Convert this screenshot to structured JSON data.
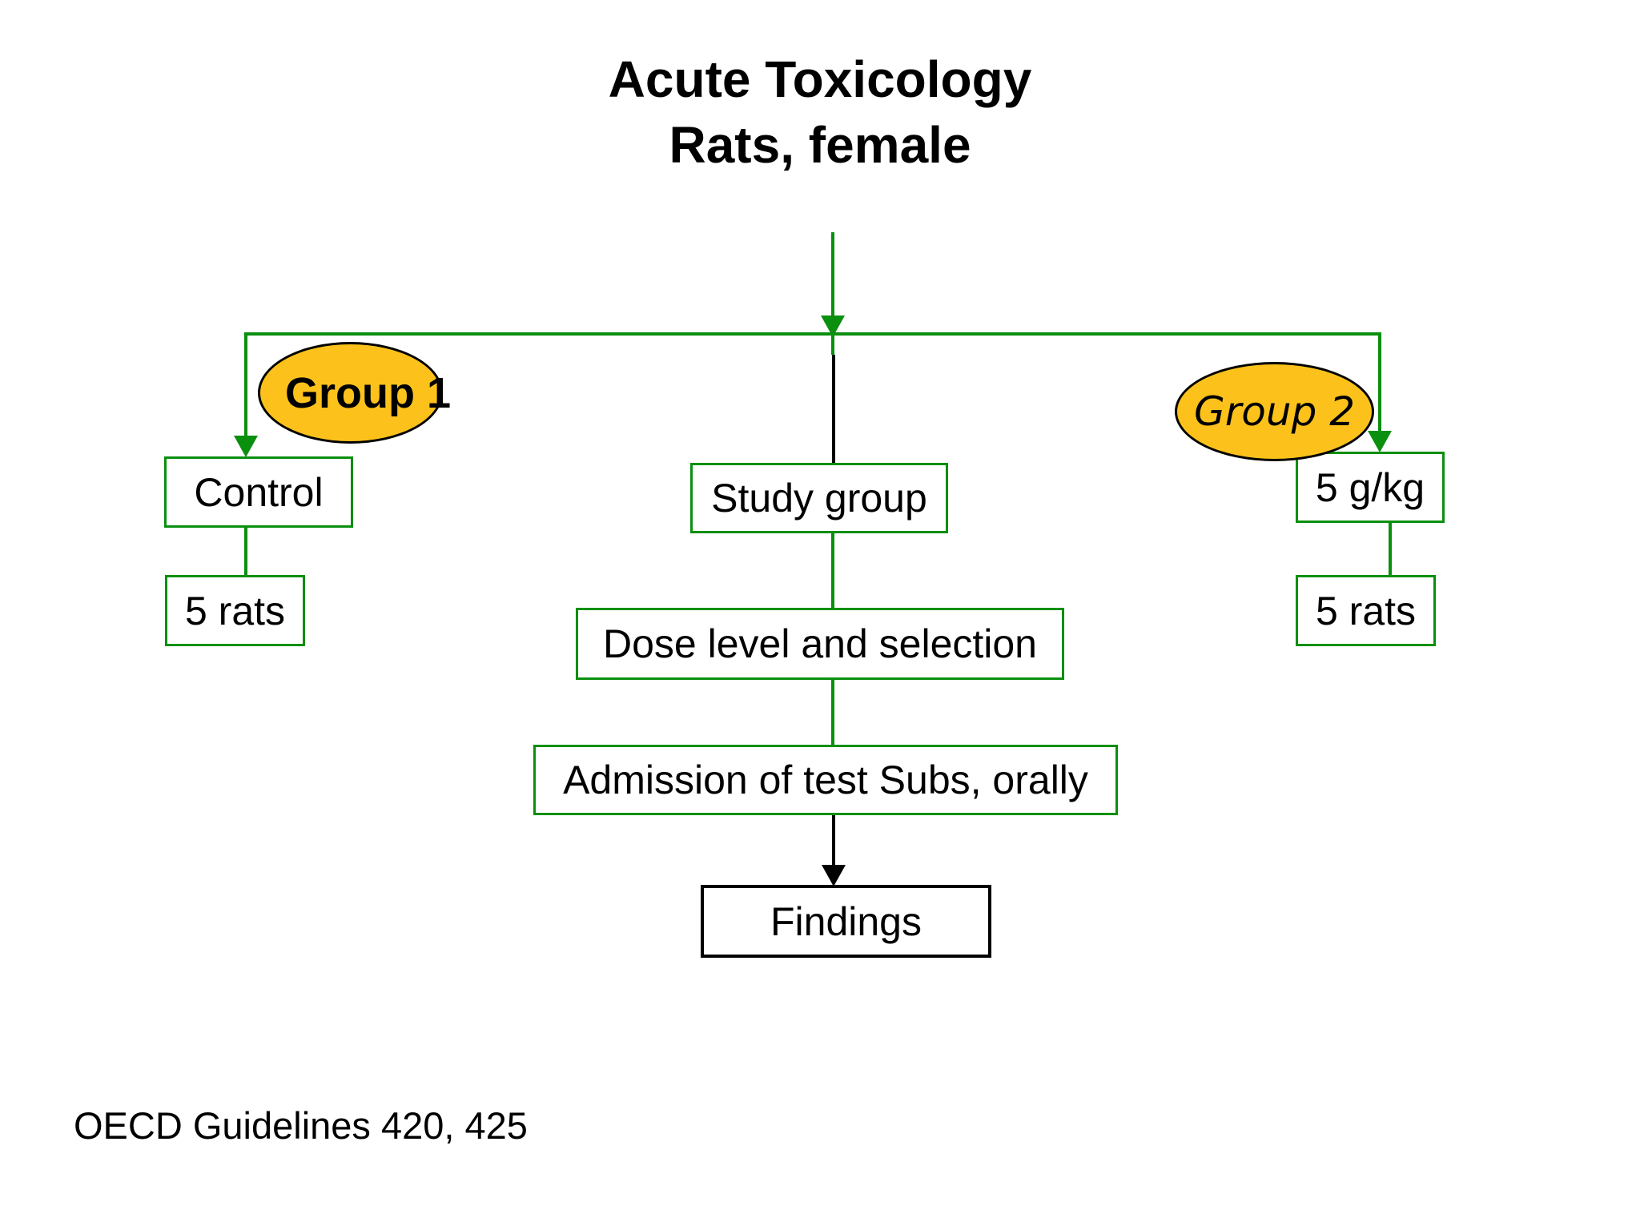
{
  "title": {
    "line1": "Acute Toxicology",
    "line2": "Rats, female"
  },
  "groups": {
    "group1": {
      "label": "Group 1"
    },
    "group2": {
      "label": "Group 2"
    }
  },
  "nodes": {
    "control": {
      "label": "Control"
    },
    "control_count": {
      "label": "5 rats"
    },
    "study": {
      "label": "Study group"
    },
    "dose": {
      "label": "Dose level and selection"
    },
    "admission": {
      "label": "Admission of test Subs, orally"
    },
    "findings": {
      "label": "Findings"
    },
    "dose_level": {
      "label": "5 g/kg"
    },
    "dose_count": {
      "label": "5 rats"
    }
  },
  "footer": {
    "text": "OECD Guidelines 420, 425"
  },
  "colors": {
    "line_green": "#0a8f0f",
    "ellipse_fill": "#fcc21b",
    "ellipse_border": "#000000",
    "text_black": "#000000"
  }
}
